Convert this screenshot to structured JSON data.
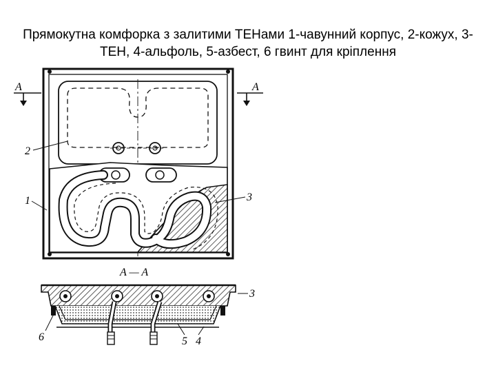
{
  "slide": {
    "caption": "Прямокутна комфорка з залитими ТЕНами 1-чавунний корпус, 2-кожух, 3-ТЕН, 4-альфоль, 5-азбест, 6 гвинт для кріплення"
  },
  "diagram": {
    "callouts": {
      "casing": "1",
      "cover": "2",
      "heater": "3",
      "foil": "4",
      "asbestos": "5",
      "screw": "6"
    },
    "section_left": "A",
    "section_right": "A",
    "section_title": "A — A"
  }
}
